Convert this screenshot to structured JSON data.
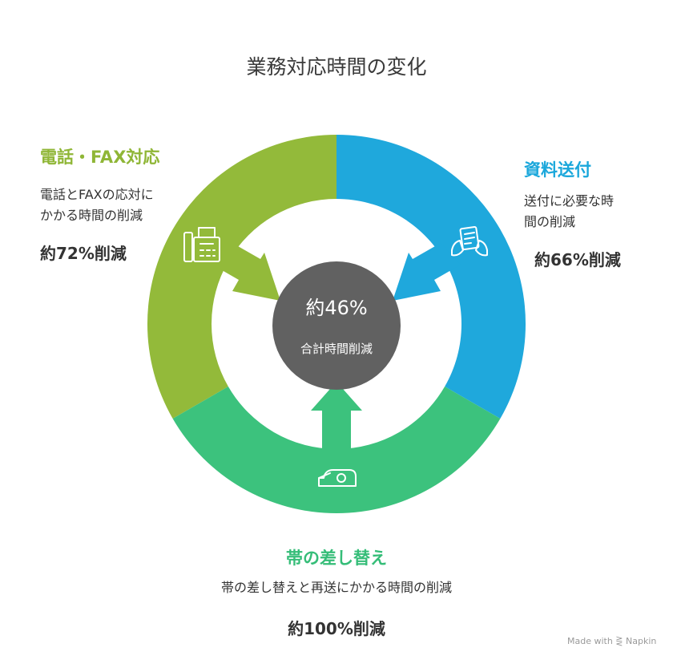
{
  "title": "業務対応時間の変化",
  "center": {
    "value": "約46%",
    "label": "合計時間削減"
  },
  "colors": {
    "phone_fax": "#93ba3a",
    "documents": "#1fa8dc",
    "band": "#3cc27d",
    "center": "#616161"
  },
  "sections": {
    "phone_fax": {
      "title": "電話・FAX対応",
      "description": "電話とFAXの応対に\nかかる時間の削減",
      "stat": "約72%削減",
      "icon": "fax-phone-icon"
    },
    "documents": {
      "title": "資料送付",
      "description": "送付に必要な時\n間の削減",
      "stat": "約66%削減",
      "icon": "document-hands-icon"
    },
    "band": {
      "title": "帯の差し替え",
      "description": "帯の差し替えと再送にかかる時間の削減",
      "stat": "約100%削減",
      "icon": "tape-dispenser-icon"
    }
  },
  "watermark": "Made with ⋛ Napkin"
}
